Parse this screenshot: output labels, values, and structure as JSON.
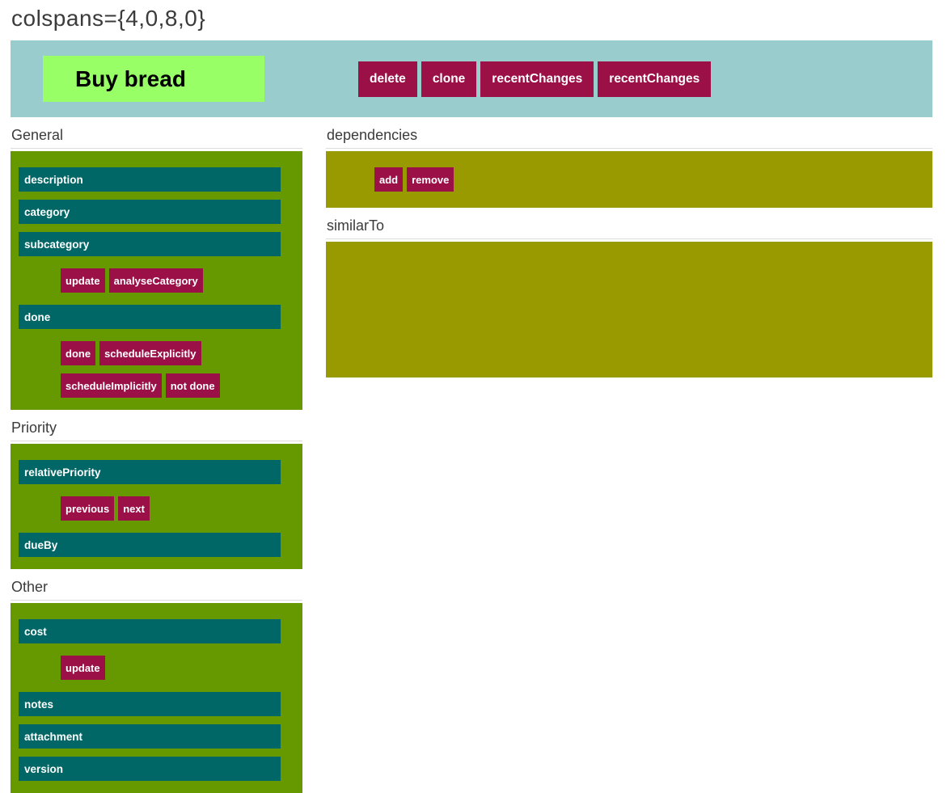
{
  "page_title": "colspans={4,0,8,0}",
  "header": {
    "item_title": "Buy bread",
    "buttons": {
      "delete": "delete",
      "clone": "clone",
      "recent_changes_1": "recentChanges",
      "recent_changes_2": "recentChanges"
    }
  },
  "sections": {
    "general": {
      "title": "General",
      "fields": {
        "description": "description",
        "category": "category",
        "subcategory": "subcategory",
        "done": "done"
      },
      "buttons": {
        "update": "update",
        "analyse_category": "analyseCategory",
        "done": "done",
        "schedule_explicitly": "scheduleExplicitly",
        "schedule_implicitly": "scheduleImplicitly",
        "not_done": "not done"
      }
    },
    "priority": {
      "title": "Priority",
      "fields": {
        "relative_priority": "relativePriority",
        "due_by": "dueBy"
      },
      "buttons": {
        "previous": "previous",
        "next": "next"
      }
    },
    "other": {
      "title": "Other",
      "fields": {
        "cost": "cost",
        "notes": "notes",
        "attachment": "attachment",
        "version": "version"
      },
      "buttons": {
        "update": "update"
      }
    },
    "dependencies": {
      "title": "dependencies",
      "buttons": {
        "add": "add",
        "remove": "remove"
      }
    },
    "similar_to": {
      "title": "similarTo"
    }
  },
  "colors": {
    "header_band": "#99cccc",
    "item_title_bg": "#99ff66",
    "button_bg": "#9b1047",
    "section_green": "#669900",
    "section_olive": "#999900",
    "field_bar_teal": "#006666"
  }
}
